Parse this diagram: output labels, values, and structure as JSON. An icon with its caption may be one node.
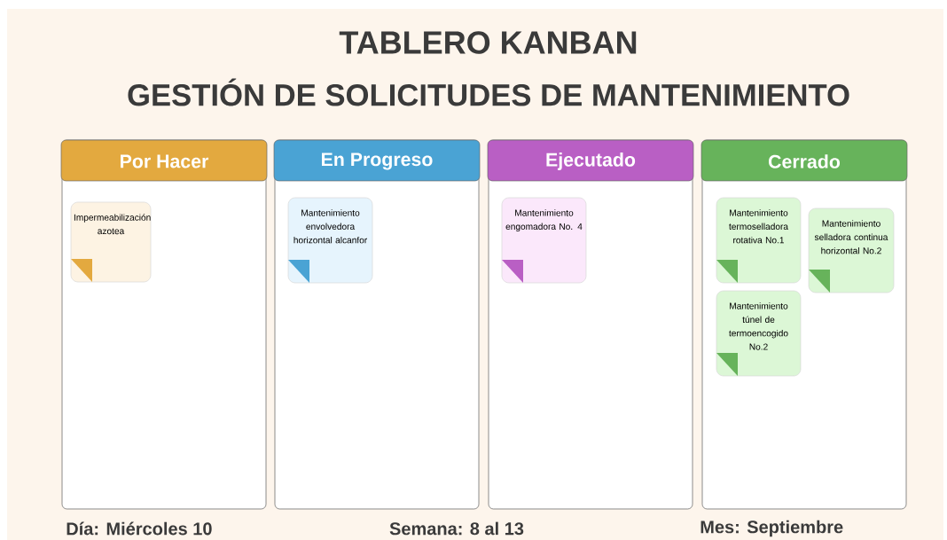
{
  "diagram": {
    "title": "TABLERO KANBAN",
    "nodes": [
      {
        "text": [
          "Por Hacer"
        ]
      },
      {
        "text": [
          "Impermeabilización azotea"
        ],
        "in": 0
      },
      {
        "text": [
          "En Progreso"
        ]
      },
      {
        "text": [
          "Mantenimiento envolvedora horizontal alcanfor"
        ],
        "in": 2
      },
      {
        "text": [
          "Ejecutado"
        ]
      },
      {
        "text": [
          "Mantenimiento engomadora No. 4"
        ],
        "in": 4
      },
      {
        "text": [
          "Cerrado"
        ]
      },
      {
        "text": [
          "Mantenimiento termoselladora rotativa No.1"
        ],
        "in": 6
      },
      {
        "text": [
          "Mantenimiento selladora continua horizontal No.2"
        ],
        "in": 6
      },
      {
        "text": [
          "Mantenimiento túnel de termoencogido No.2"
        ],
        "in": 6
      }
    ],
    "labels": [
      "GESTIÓN DE SOLICITUDES DE MANTENIMIENTO",
      "Día: Miércoles 10",
      "Semana: 8 al 13",
      "Mes: Septiembre"
    ]
  }
}
